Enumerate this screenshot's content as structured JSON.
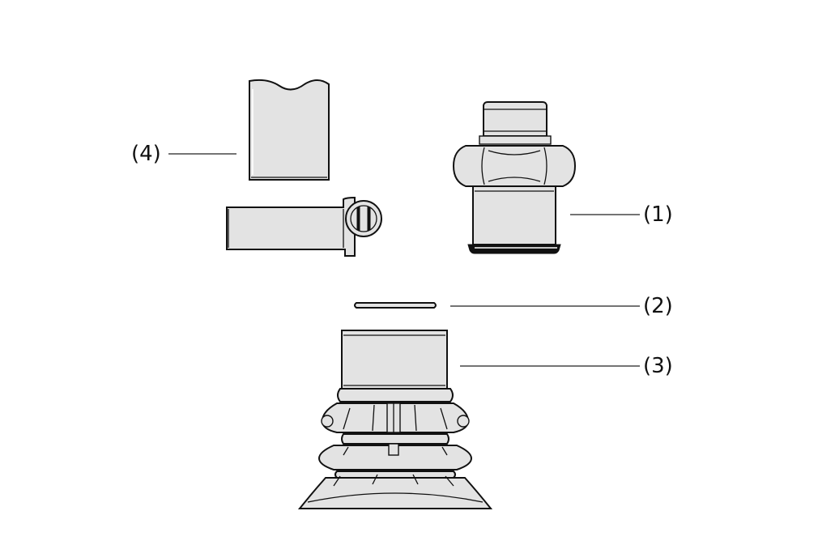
{
  "labels": {
    "item1": "(1)",
    "item2": "(2)",
    "item3": "(3)",
    "item4": "(4)"
  },
  "colors": {
    "part_fill": "#e3e3e3",
    "outline": "#111111"
  }
}
